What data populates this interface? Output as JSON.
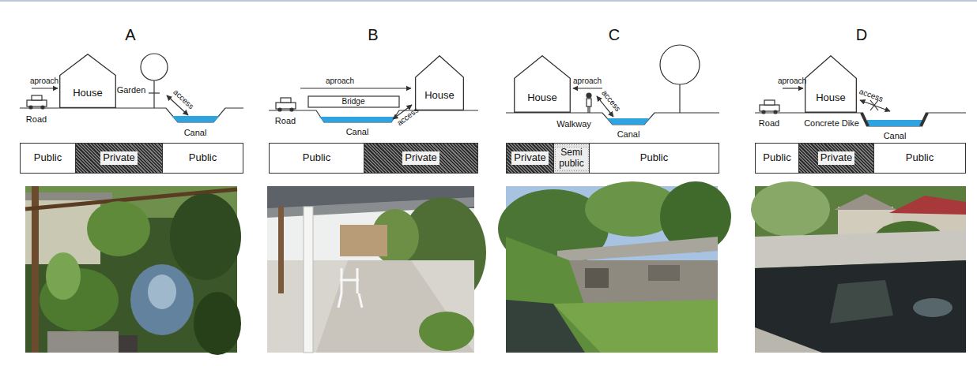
{
  "diagram": {
    "nodes": [
      {
        "text": [
          "House"
        ]
      },
      {
        "text": [
          "Public"
        ]
      },
      {
        "text": [
          "Private"
        ]
      },
      {
        "text": [
          "Public"
        ]
      },
      {
        "text": [
          "House"
        ]
      },
      {
        "text": [
          "Public"
        ]
      },
      {
        "text": [
          "Private"
        ]
      },
      {
        "text": [
          "House"
        ]
      },
      {
        "text": [
          "Private"
        ]
      },
      {
        "text": [
          "Semi public"
        ]
      },
      {
        "text": [
          "Public"
        ]
      },
      {
        "text": [
          "House"
        ]
      },
      {
        "text": [
          "Public"
        ]
      },
      {
        "text": [
          "Private"
        ]
      },
      {
        "text": [
          "Public"
        ]
      }
    ],
    "labels": [
      "A",
      "aproach",
      "Garden",
      "access",
      "Road",
      "Canal",
      "B",
      "aproach",
      "Bridge",
      "access",
      "Road",
      "Canal",
      "C",
      "aproach",
      "access",
      "Walkway",
      "Canal",
      "D",
      "aproach",
      "access",
      "Road",
      "Concrete Dike",
      "Canal"
    ]
  }
}
